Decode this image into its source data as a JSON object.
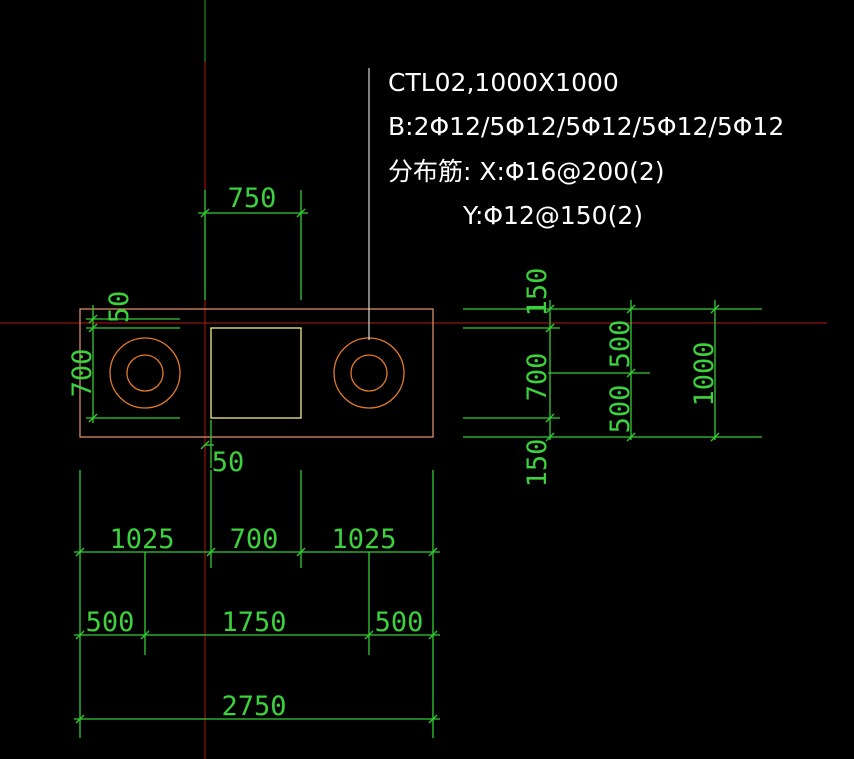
{
  "annotation": {
    "line1": "CTL02,1000X1000",
    "line2": "B:2Φ12/5Φ12/5Φ12/5Φ12/5Φ12",
    "line3": "分布筋: X:Φ16@200(2)",
    "line4": "Y:Φ12@150(2)"
  },
  "dimensions": {
    "top_width": "750",
    "top_offset": "50",
    "bottom_offset": "50",
    "left_height": "700",
    "row1": [
      "1025",
      "700",
      "1025"
    ],
    "row2": [
      "500",
      "1750",
      "500"
    ],
    "total": "2750",
    "side_top": "150",
    "side_mid": "700",
    "side_bottom": "150",
    "side_upper": "500",
    "side_lower": "500",
    "side_total": "1000"
  },
  "colors": {
    "background": "#000000",
    "dimension": "#33cc33",
    "annotation_text": "#ffffff",
    "axis_red": "#b01818",
    "axis_green": "#22aa22",
    "cap_outline": "#d98a6a",
    "pile": "#e07a2a",
    "column": "#f2ee88"
  }
}
